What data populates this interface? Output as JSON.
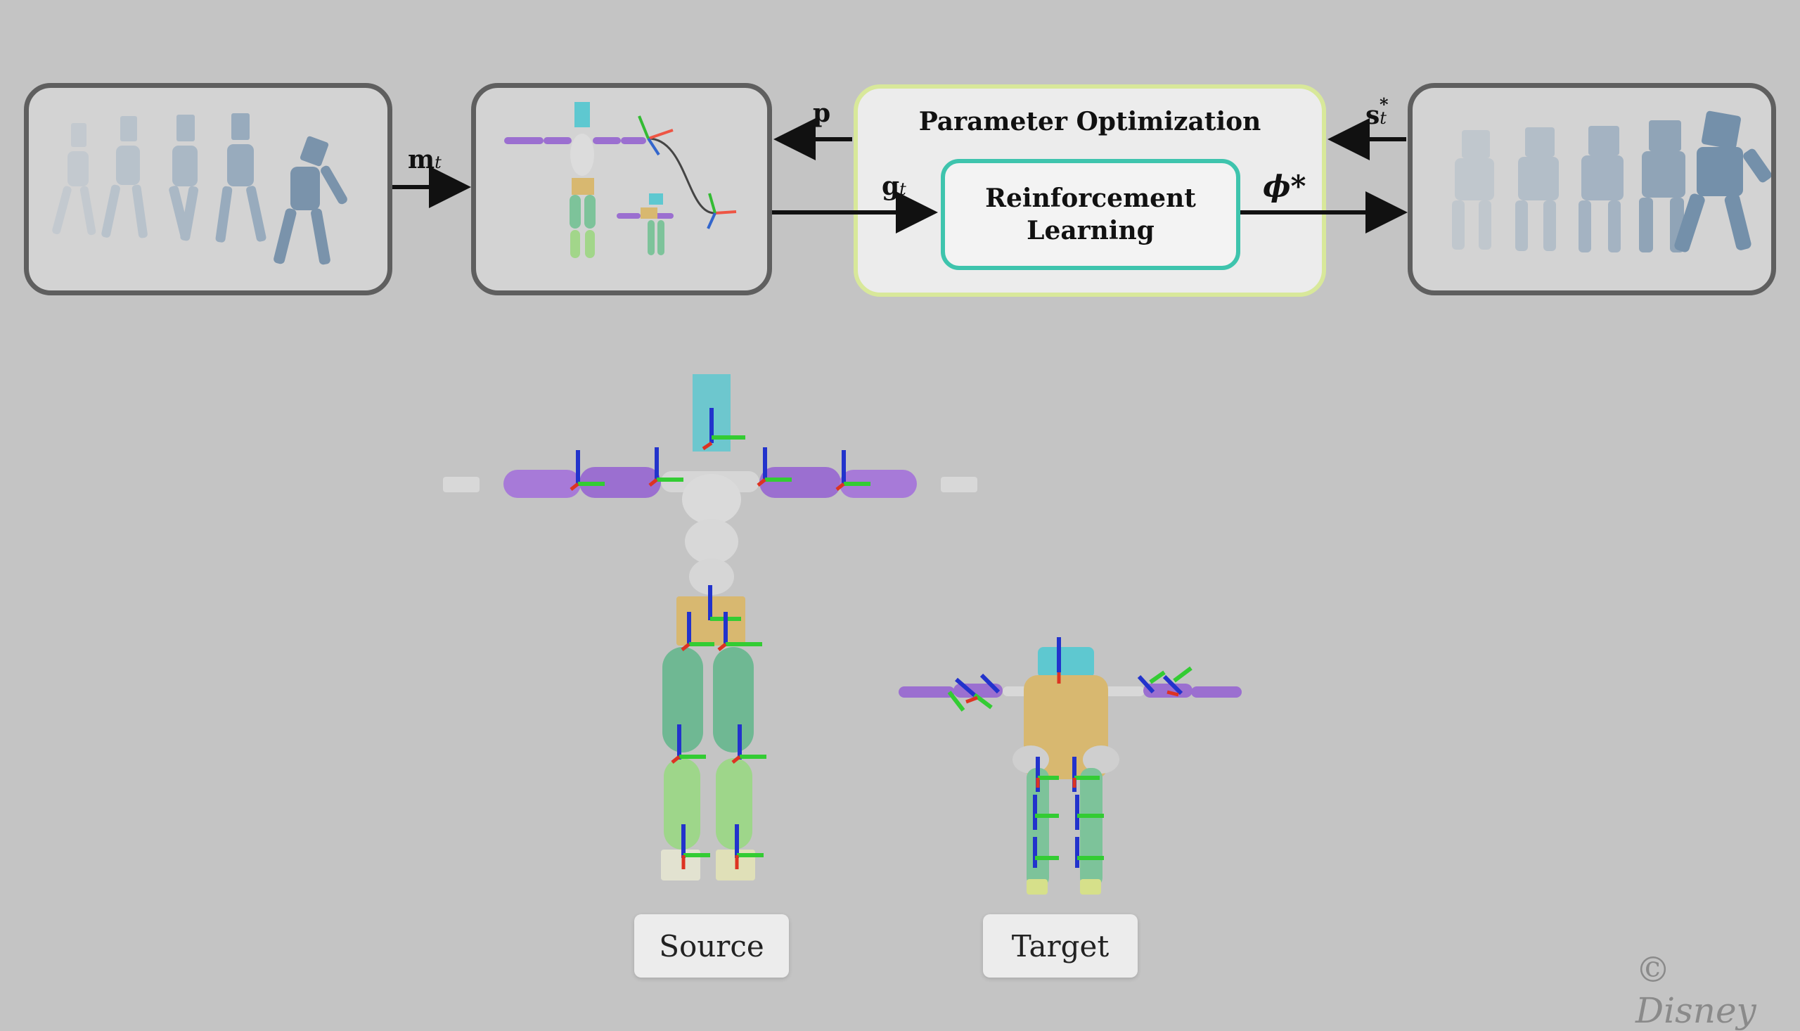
{
  "diagram": {
    "param_opt_title": "Parameter Optimization",
    "rl_line1": "Reinforcement",
    "rl_line2": "Learning",
    "labels": {
      "m": "m",
      "m_sub": "t",
      "p": "p",
      "g": "g",
      "g_sub": "t",
      "s": "s",
      "s_sup": "*",
      "s_sub": "t",
      "phi": "ϕ*"
    },
    "source_label": "Source",
    "target_label": "Target",
    "watermark": "© Disney"
  },
  "colors": {
    "background": "#c4c4c4",
    "panel_border": "#5f5f5f",
    "param_opt_border": "#d8e89a",
    "rl_border": "#3ec4ad",
    "arm_purple": "#9b6fd0",
    "leg_green": "#7dc39a",
    "pelvis_tan": "#d8b870",
    "head_cyan": "#5ec8d0"
  }
}
